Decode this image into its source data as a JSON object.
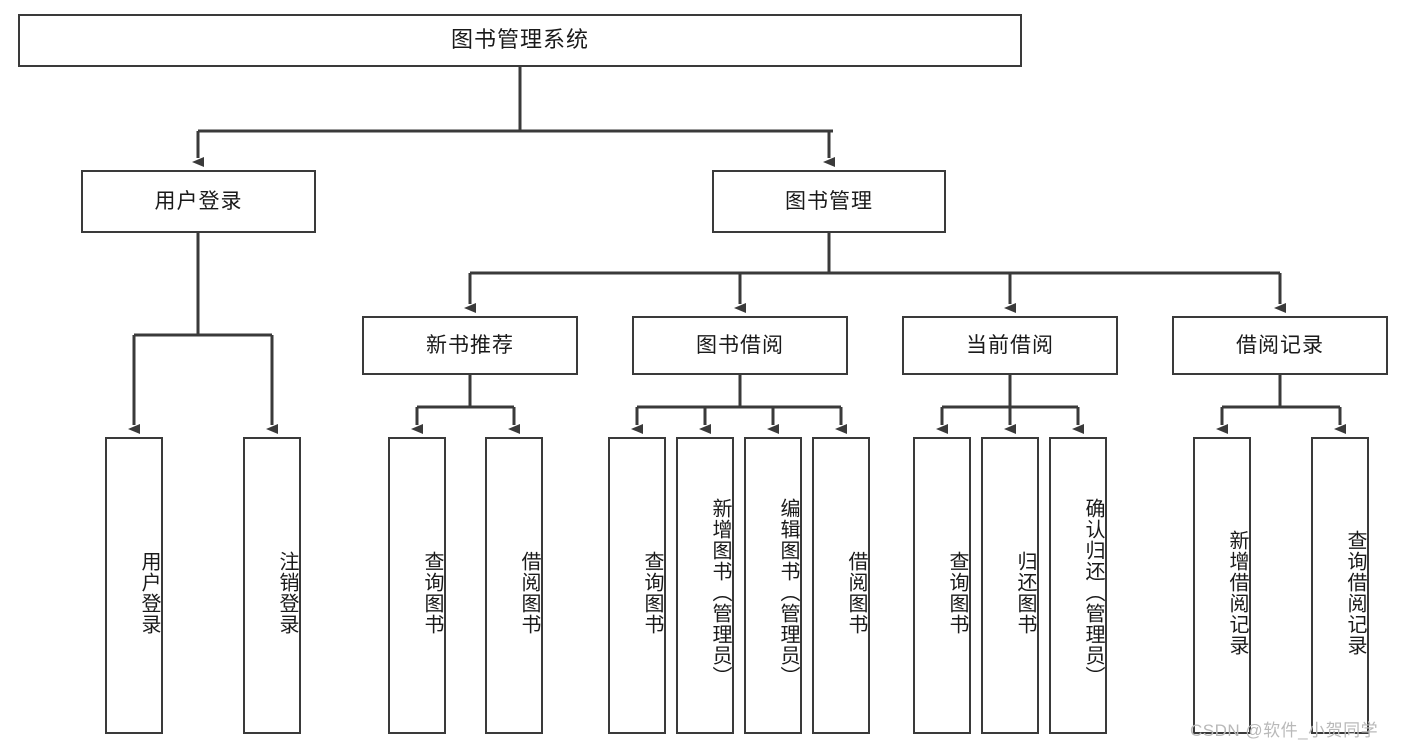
{
  "diagram": {
    "title": "图书管理系统",
    "type": "tree-hierarchy-chart",
    "root": {
      "label": "图书管理系统"
    },
    "level2": [
      {
        "label": "用户登录"
      },
      {
        "label": "图书管理"
      }
    ],
    "level3": [
      {
        "label": "新书推荐"
      },
      {
        "label": "图书借阅"
      },
      {
        "label": "当前借阅"
      },
      {
        "label": "借阅记录"
      }
    ],
    "leaves": {
      "user_login": [
        {
          "label": "用户登录"
        },
        {
          "label": "注销登录"
        }
      ],
      "new_book_recommend": [
        {
          "label": "查询图书"
        },
        {
          "label": "借阅图书"
        }
      ],
      "book_borrow": [
        {
          "label": "查询图书"
        },
        {
          "label": "新增图书（管理员）"
        },
        {
          "label": "编辑图书（管理员）"
        },
        {
          "label": "借阅图书"
        }
      ],
      "current_borrow": [
        {
          "label": "查询图书"
        },
        {
          "label": "归还图书"
        },
        {
          "label": "确认归还（管理员）"
        }
      ],
      "borrow_record": [
        {
          "label": "新增借阅记录"
        },
        {
          "label": "查询借阅记录"
        }
      ]
    }
  },
  "watermark": {
    "text": "CSDN @软件_小贺同学"
  },
  "colors": {
    "border": "#3a3a3a",
    "text": "#1a1a1a",
    "background": "#ffffff",
    "watermark": "#b9b9b9"
  }
}
